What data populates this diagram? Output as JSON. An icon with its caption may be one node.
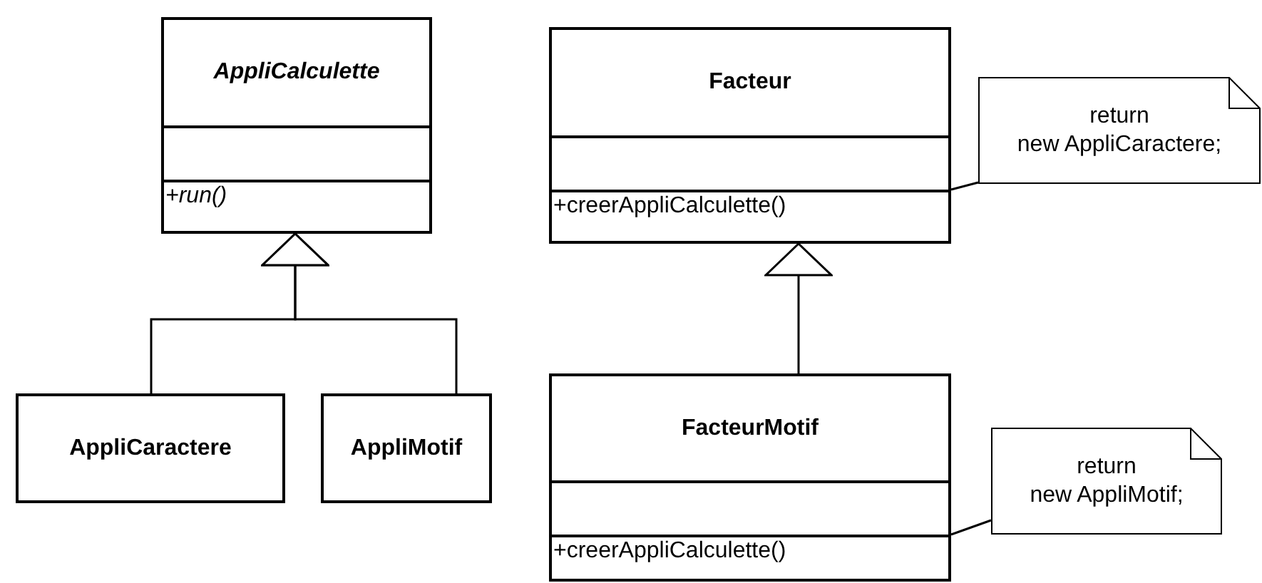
{
  "diagram": {
    "nodes": [
      {
        "text": [
          "AppliCalculette",
          "+run()"
        ]
      },
      {
        "text": [
          "AppliCaractere"
        ]
      },
      {
        "text": [
          "AppliMotif"
        ]
      },
      {
        "text": [
          "Facteur",
          "+creerAppliCalculette()"
        ]
      },
      {
        "text": [
          "return new AppliCaractere;"
        ]
      },
      {
        "text": [
          "FacteurMotif",
          "+creerAppliCalculette()"
        ]
      },
      {
        "text": [
          "return new AppliMotif;"
        ]
      }
    ],
    "edges": [
      {
        "from": 1,
        "to": 0,
        "arrow": "to"
      },
      {
        "from": 2,
        "to": 0,
        "arrow": "to"
      },
      {
        "from": 5,
        "to": 3,
        "arrow": "to"
      },
      {
        "from": 4,
        "to": 3,
        "arrow": "none"
      },
      {
        "from": 6,
        "to": 5,
        "arrow": "none"
      }
    ]
  }
}
